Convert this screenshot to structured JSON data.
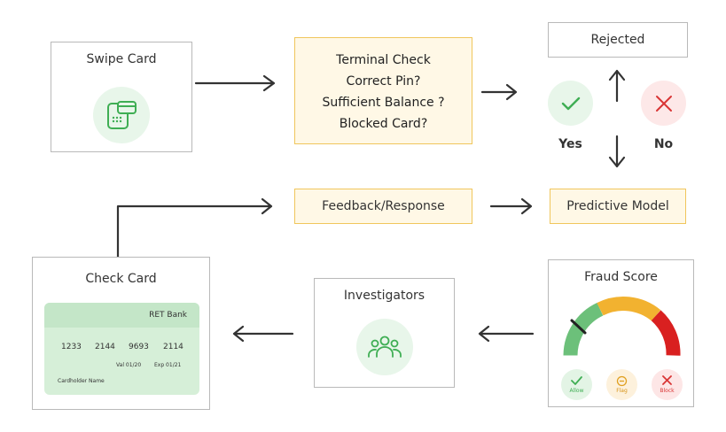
{
  "swipe": {
    "title": "Swipe Card"
  },
  "terminal": {
    "lines": [
      "Terminal Check",
      "Correct Pin?",
      "Sufficient Balance ?",
      "Blocked Card?"
    ]
  },
  "rejected": {
    "title": "Rejected"
  },
  "decision": {
    "yes": "Yes",
    "no": "No"
  },
  "predictive": {
    "title": "Predictive Model"
  },
  "feedback": {
    "title": "Feedback/Response"
  },
  "check_card": {
    "title": "Check Card",
    "bank": "RET Bank",
    "number": [
      "1233",
      "2144",
      "9693",
      "2114"
    ],
    "valid": "Val 01/20",
    "expiry": "Exp 01/21",
    "holder": "Cardholder Name"
  },
  "investigators": {
    "title": "Investigators"
  },
  "fraud": {
    "title": "Fraud Score",
    "allow": "Allow",
    "flag": "Flag",
    "block": "Block",
    "gauge_segments": [
      "#6cc07a",
      "#f2b230",
      "#d92020"
    ]
  },
  "colors": {
    "accent_green": "#3fae54",
    "box_yellow": "#fff8e6",
    "border_yellow": "#f0c65c",
    "reject_red": "#d93535"
  },
  "icons": [
    "card-reader-icon",
    "check-icon",
    "close-icon",
    "people-icon"
  ]
}
